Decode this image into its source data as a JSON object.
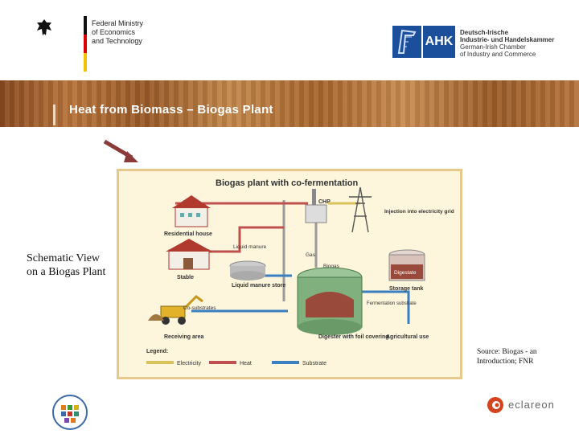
{
  "header": {
    "ministry_lines": [
      "Federal Ministry",
      "of Economics",
      "and Technology"
    ],
    "ahk_mark": "AHK",
    "ahk_lines": [
      "Deutsch-Irische",
      "Industrie- und Handelskammer",
      "German-Irish Chamber",
      "of Industry and Commerce"
    ]
  },
  "banner": {
    "title": "Heat from Biomass – Biogas Plant"
  },
  "caption": "Schematic View on a Biogas Plant",
  "source": "Source: Biogas - an Introduction; FNR",
  "diagram": {
    "title": "Biogas plant with co-fermentation",
    "labels": {
      "residential": "Residential house",
      "chp": "CHP",
      "injection": "Injection into electricity grid",
      "liquid_manure": "Liquid manure",
      "gas": "Gas",
      "biogas": "Biogas",
      "digestate": "Digestate",
      "stable": "Stable",
      "liquid_store": "Liquid manure store",
      "storage_tank": "Storage tank",
      "cosubstrates": "Co-substrates",
      "fermentation_substrate": "Fermentation substrate",
      "receiving": "Receiving area",
      "digester": "Digester with foil covering",
      "agricultural": "Agricultural use"
    },
    "legend": {
      "title": "Legend:",
      "electricity": "Electricity",
      "heat": "Heat",
      "substrate": "Substrate"
    }
  },
  "footer": {
    "eclareon": "eclareon"
  },
  "colors": {
    "heat": "#c0504d",
    "substrate": "#3a7fc1",
    "electricity": "#d9c35a",
    "pipe": "#9a9a9a"
  }
}
